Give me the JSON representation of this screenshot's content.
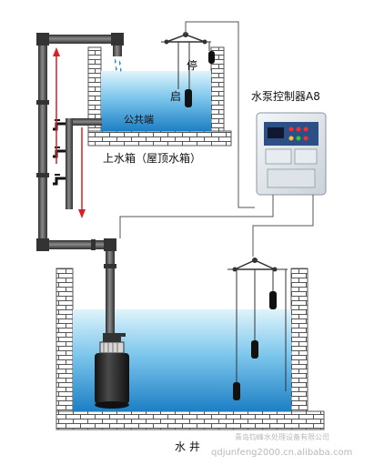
{
  "labels": {
    "stop": "停",
    "start": "启",
    "public_end": "公共端",
    "upper_tank": "上水箱（屋顶水箱）",
    "controller": "水泵控制器A8",
    "well": "水  井"
  },
  "watermark": {
    "company": "青岛钧峰水处理设备有限公司",
    "url": "qdjunfeng2000.cn.alibaba.com"
  },
  "colors": {
    "pipe": "#4a4a4a",
    "water_top": "#dff4fb",
    "water_bottom": "#1d7fc4",
    "brick": "#ffffff",
    "mortar": "#555555",
    "flow_arrow": "#d81f26",
    "wire": "#555555"
  },
  "icons": [
    "pump-icon",
    "controller-box-icon",
    "float-switch-icon",
    "faucet-icon",
    "flow-arrow-icon"
  ]
}
